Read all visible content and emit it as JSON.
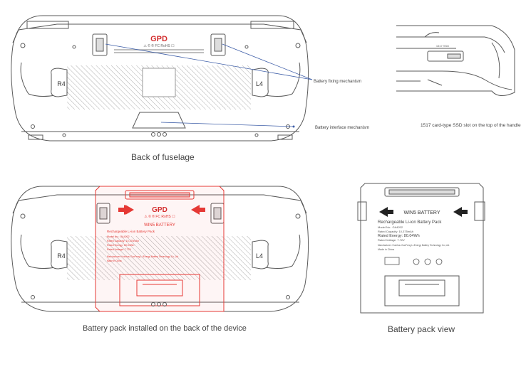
{
  "captions": {
    "back": "Back of fuselage",
    "installed": "Battery pack installed on the back of the device",
    "pack_view": "Battery pack view",
    "ssd": "1517 card-type SSD slot on the top of the handle"
  },
  "annotations": {
    "fixing": "Battery fixing mechanism",
    "interface": "Battery interface mechanism"
  },
  "device": {
    "brand": "GPD",
    "left_button": "R4",
    "right_button": "L4",
    "cert_marks": "⚠ © ® FC RoHS ☐"
  },
  "battery": {
    "name": "WIN5 BATTERY",
    "type_line": "Rechargeable Li-ion Battery Pack",
    "model_line": "Model No.: GA4202",
    "capacity_line": "Rated Capacity: 10,375mAh",
    "energy_line": "Rated Energy: 80.04Wh",
    "voltage_line": "Rated Voltage: 7.72V",
    "manufacturer_line": "Manufacturer: Huizhou GuoFeng Li-Energy Battery Technology Co.,Ltd.",
    "origin_line": "Made in China"
  },
  "colors": {
    "line": "#5a5a5a",
    "highlight": "#e53935",
    "callout": "#3f5fa8",
    "brand": "#d32f2f"
  }
}
